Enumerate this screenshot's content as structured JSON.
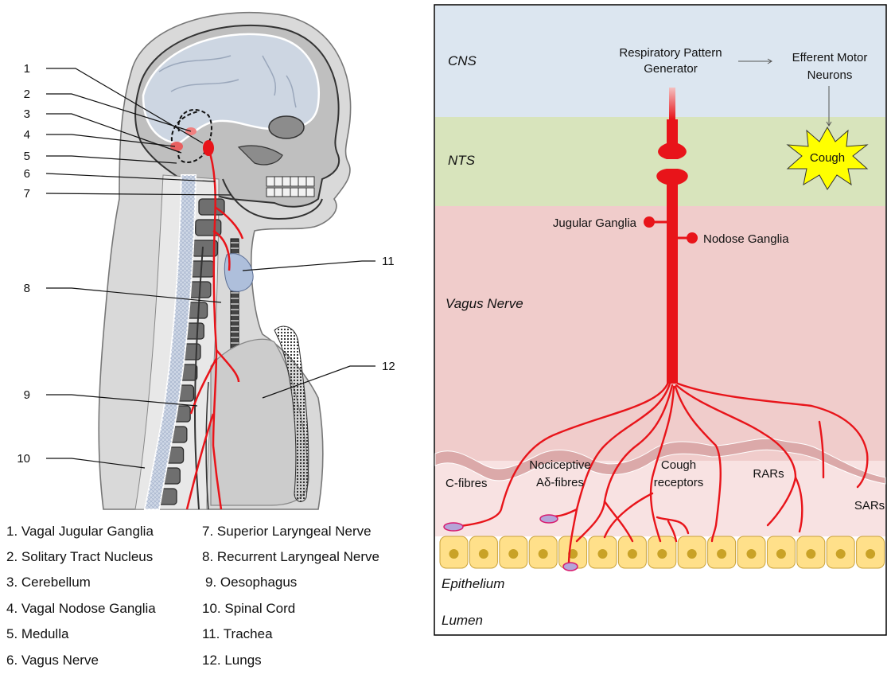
{
  "anatomy": {
    "callout_numbers": [
      "1",
      "2",
      "3",
      "4",
      "5",
      "6",
      "7",
      "8",
      "9",
      "10",
      "11",
      "12"
    ],
    "legend_left": [
      "1. Vagal Jugular Ganglia",
      "2. Solitary Tract Nucleus",
      "3. Cerebellum",
      "4. Vagal Nodose Ganglia",
      "5. Medulla",
      "6. Vagus Nerve"
    ],
    "legend_right": [
      "7. Superior Laryngeal Nerve",
      "8. Recurrent Laryngeal Nerve",
      "9. Oesophagus",
      "10. Spinal Cord",
      "11. Trachea",
      "12. Lungs"
    ]
  },
  "pathway": {
    "zones": {
      "cns": "CNS",
      "nts": "NTS",
      "vagus": "Vagus Nerve",
      "epithelium": "Epithelium",
      "lumen": "Lumen"
    },
    "rpg_line1": "Respiratory Pattern",
    "rpg_line2": "Generator",
    "efferent_line1": "Efferent Motor",
    "efferent_line2": "Neurons",
    "cough": "Cough",
    "jugular": "Jugular Ganglia",
    "nodose": "Nodose Ganglia",
    "c_fibres": "C-fibres",
    "nociceptive_line1": "Nociceptive",
    "nociceptive_line2": "Aδ-fibres",
    "cough_receptors_line1": "Cough",
    "cough_receptors_line2": "receptors",
    "rars": "RARs",
    "sars": "SARs",
    "colors": {
      "cns_band": "#dce6f0",
      "nts_band": "#d8e4bc",
      "vagus_band": "#f0cccb",
      "submucosa": "#f8e2e2",
      "nerve": "#e8141a",
      "cell": "#ffe08a",
      "nucleus": "#c9a227",
      "cough_star": "#ffff00"
    }
  }
}
